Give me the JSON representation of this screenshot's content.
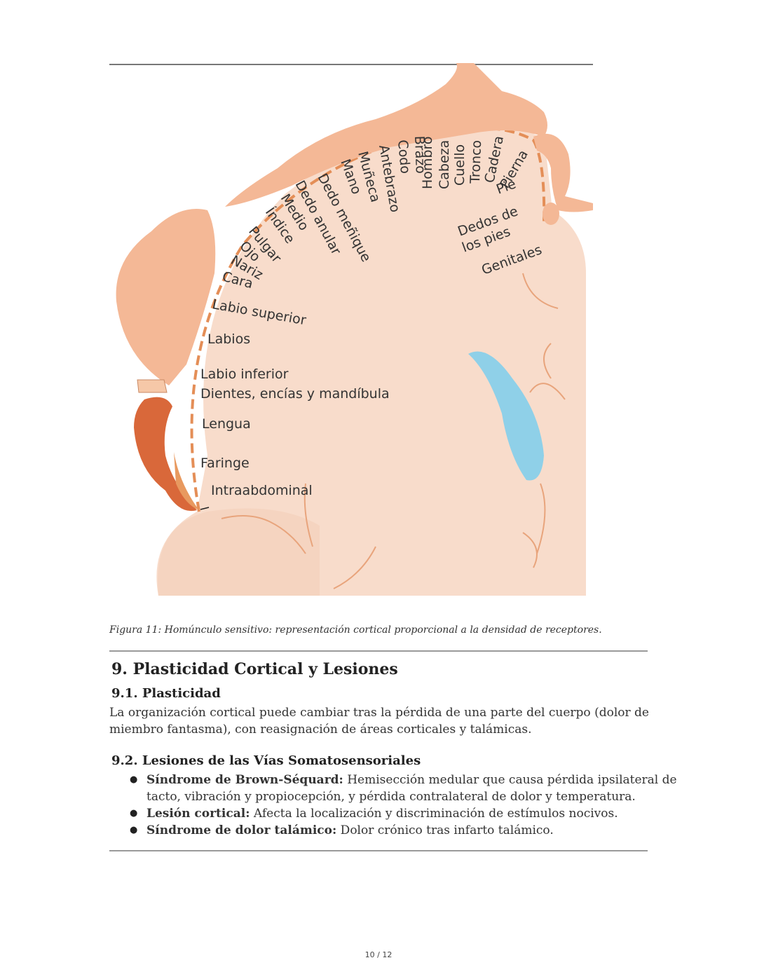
{
  "figure": {
    "labels": {
      "intraabdominal": "Intraabdominal",
      "faringe": "Faringe",
      "lengua": "Lengua",
      "dientes": "Dientes, encías y mandíbula",
      "labio_inferior": "Labio inferior",
      "labios": "Labios",
      "labio_superior": "Labio superior",
      "cara": "Cara",
      "nariz": "Nariz",
      "ojo": "Ojo",
      "pulgar": "Pulgar",
      "indice": "Índice",
      "medio": "Medio",
      "dedo_anular": "Dedo anular",
      "dedo_menique": "Dedo meñique",
      "mano": "Mano",
      "muneca": "Muñeca",
      "antebrazo": "Antebrazo",
      "codo": "Codo",
      "brazo": "Brazo",
      "hombro": "Hombro",
      "cabeza": "Cabeza",
      "cuello": "Cuello",
      "tronco": "Tronco",
      "cadera": "Cadera",
      "pierna": "Pierna",
      "pie": "Pie",
      "dedos_pies_1": "Dedos de",
      "dedos_pies_2": "los pies",
      "genitales": "Genitales"
    },
    "caption": "Figura 11: Homúnculo sensitivo: representación cortical proporcional a la densidad de receptores."
  },
  "section": {
    "title": "9. Plasticidad Cortical y Lesiones",
    "sub1": {
      "title": "9.1. Plasticidad",
      "text": "La organización cortical puede cambiar tras la pérdida de una parte del cuerpo (dolor de miembro fantasma), con reasignación de áreas corticales y talámicas."
    },
    "sub2": {
      "title": "9.2. Lesiones de las Vías Somatosensoriales",
      "items": [
        {
          "term": "Síndrome de Brown-Séquard:",
          "desc": " Hemisección medular que causa pérdida ipsilateral de tacto, vibración y propiocepción, y pérdida contralateral de dolor y temperatura."
        },
        {
          "term": "Lesión cortical:",
          "desc": " Afecta la localización y discriminación de estímulos nocivos."
        },
        {
          "term": "Síndrome de dolor talámico:",
          "desc": " Dolor crónico tras infarto talámico."
        }
      ]
    }
  },
  "page": {
    "number": "10 / 12"
  },
  "colors": {
    "cortex": "#f8dccb",
    "body": "#f4b896",
    "dash": "#e48e57",
    "ventricle": "#8fd0e8",
    "tongue": "#d9683a"
  }
}
